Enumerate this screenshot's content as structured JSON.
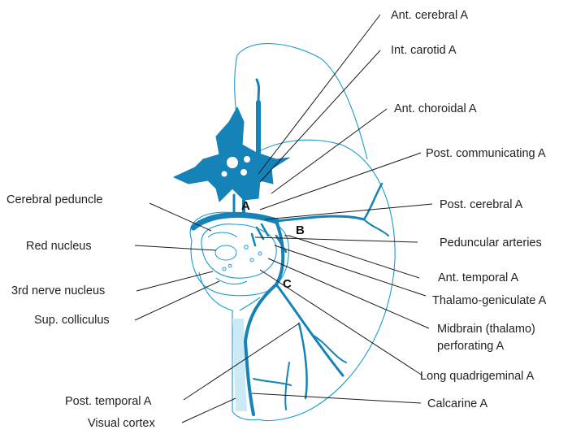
{
  "colors": {
    "artery": "#1583b8",
    "outline": "#1a9bd0",
    "visual_cortex": "#cce9f6",
    "leader": "#1a1a1a"
  },
  "labels": {
    "ant_cerebral": "Ant. cerebral A",
    "int_carotid": "Int. carotid A",
    "ant_choroidal": "Ant. choroidal A",
    "post_communicating": "Post. communicating A",
    "post_cerebral": "Post. cerebral A",
    "peduncular": "Peduncular arteries",
    "ant_temporal": "Ant. temporal A",
    "thalamo_geniculate": "Thalamo-geniculate A",
    "midbrain_line1": "Midbrain (thalamo)",
    "midbrain_line2": "perforating A",
    "long_quadrigeminal": "Long quadrigeminal A",
    "calcarine": "Calcarine A",
    "cerebral_peduncle": "Cerebral peduncle",
    "red_nucleus": "Red nucleus",
    "third_nerve_nucleus": "3rd nerve nucleus",
    "sup_colliculus": "Sup. colliculus",
    "post_temporal": "Post. temporal A",
    "visual_cortex": "Visual cortex"
  },
  "markers": {
    "a": "A",
    "b": "B",
    "c": "C"
  }
}
